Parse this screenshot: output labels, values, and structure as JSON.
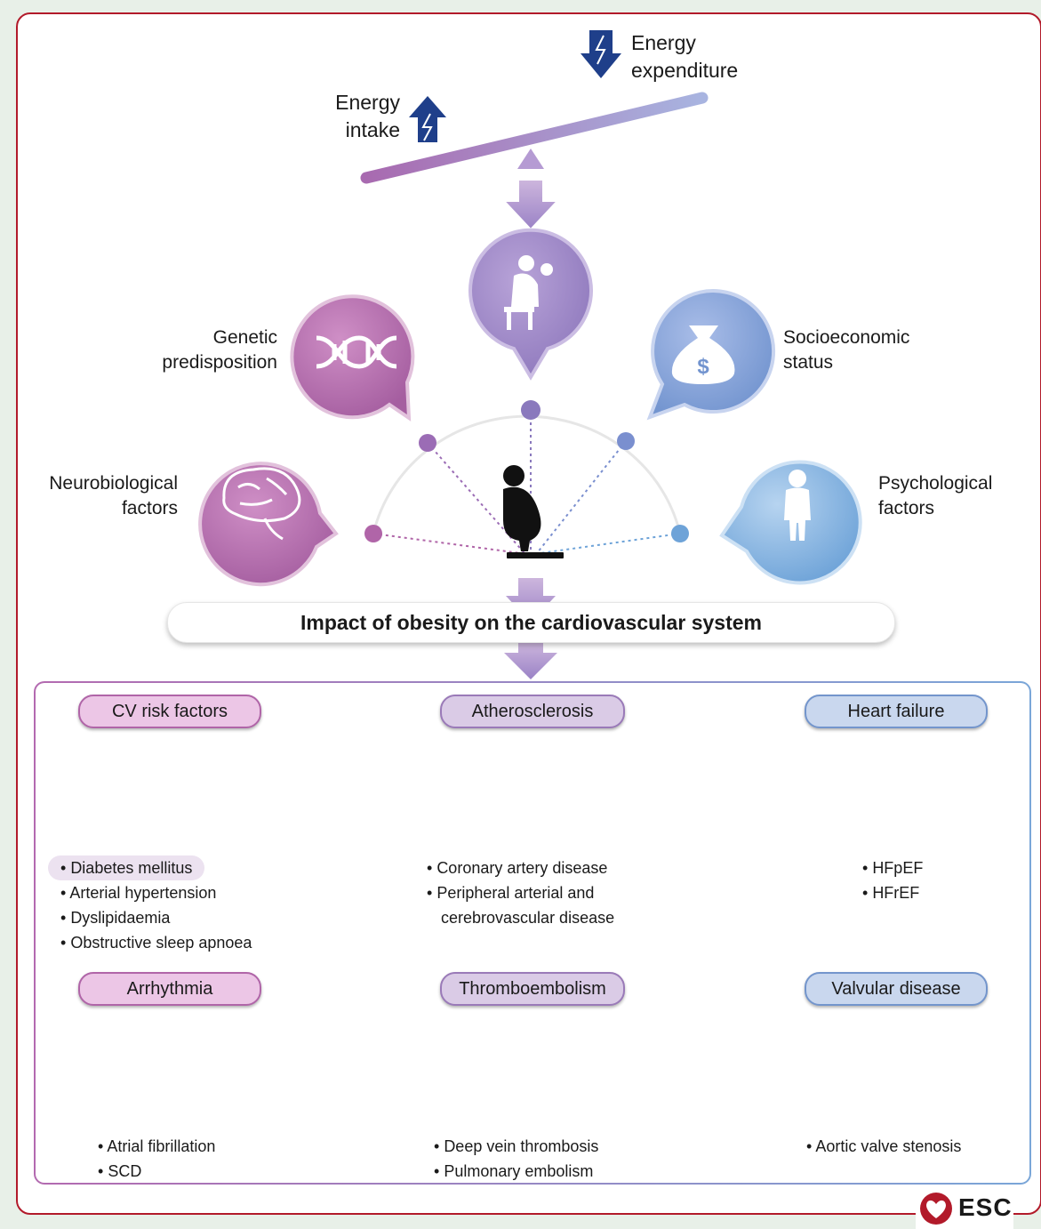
{
  "top": {
    "energy_expenditure": "Energy expenditure",
    "energy_expenditure_line1": "Energy",
    "energy_expenditure_line2": "expenditure",
    "energy_intake_line1": "Energy",
    "energy_intake_line2": "intake"
  },
  "factors": {
    "genetic_line1": "Genetic",
    "genetic_line2": "predisposition",
    "socio_line1": "Socioeconomic",
    "socio_line2": "status",
    "neuro_line1": "Neurobiological",
    "neuro_line2": "factors",
    "psych_line1": "Psychological",
    "psych_line2": "factors"
  },
  "impact_title": "Impact of obesity on the cardiovascular system",
  "sections": {
    "cv_risk": {
      "title": "CV risk factors",
      "items": [
        "Diabetes mellitus",
        "Arterial hypertension",
        "Dyslipidaemia",
        "Obstructive sleep apnoea"
      ]
    },
    "athero": {
      "title": "Atherosclerosis",
      "items": [
        "Coronary artery disease",
        "Peripheral arterial and",
        "cerebrovascular disease"
      ]
    },
    "hf": {
      "title": "Heart failure",
      "items": [
        "HFpEF",
        "HFrEF"
      ]
    },
    "arrhythmia": {
      "title": "Arrhythmia",
      "items": [
        "Atrial fibrillation",
        "SCD"
      ]
    },
    "thrombo": {
      "title": "Thromboembolism",
      "items": [
        "Deep vein thrombosis",
        "Pulmonary embolism"
      ]
    },
    "valvular": {
      "title": "Valvular disease",
      "items": [
        "Aortic valve stenosis"
      ]
    }
  },
  "logo": {
    "text": "ESC"
  },
  "colors": {
    "frame": "#b21a2a",
    "pink": "#b065a8",
    "mauve": "#9a7ab8",
    "blue": "#7395cc",
    "navy": "#1f3f8a"
  }
}
